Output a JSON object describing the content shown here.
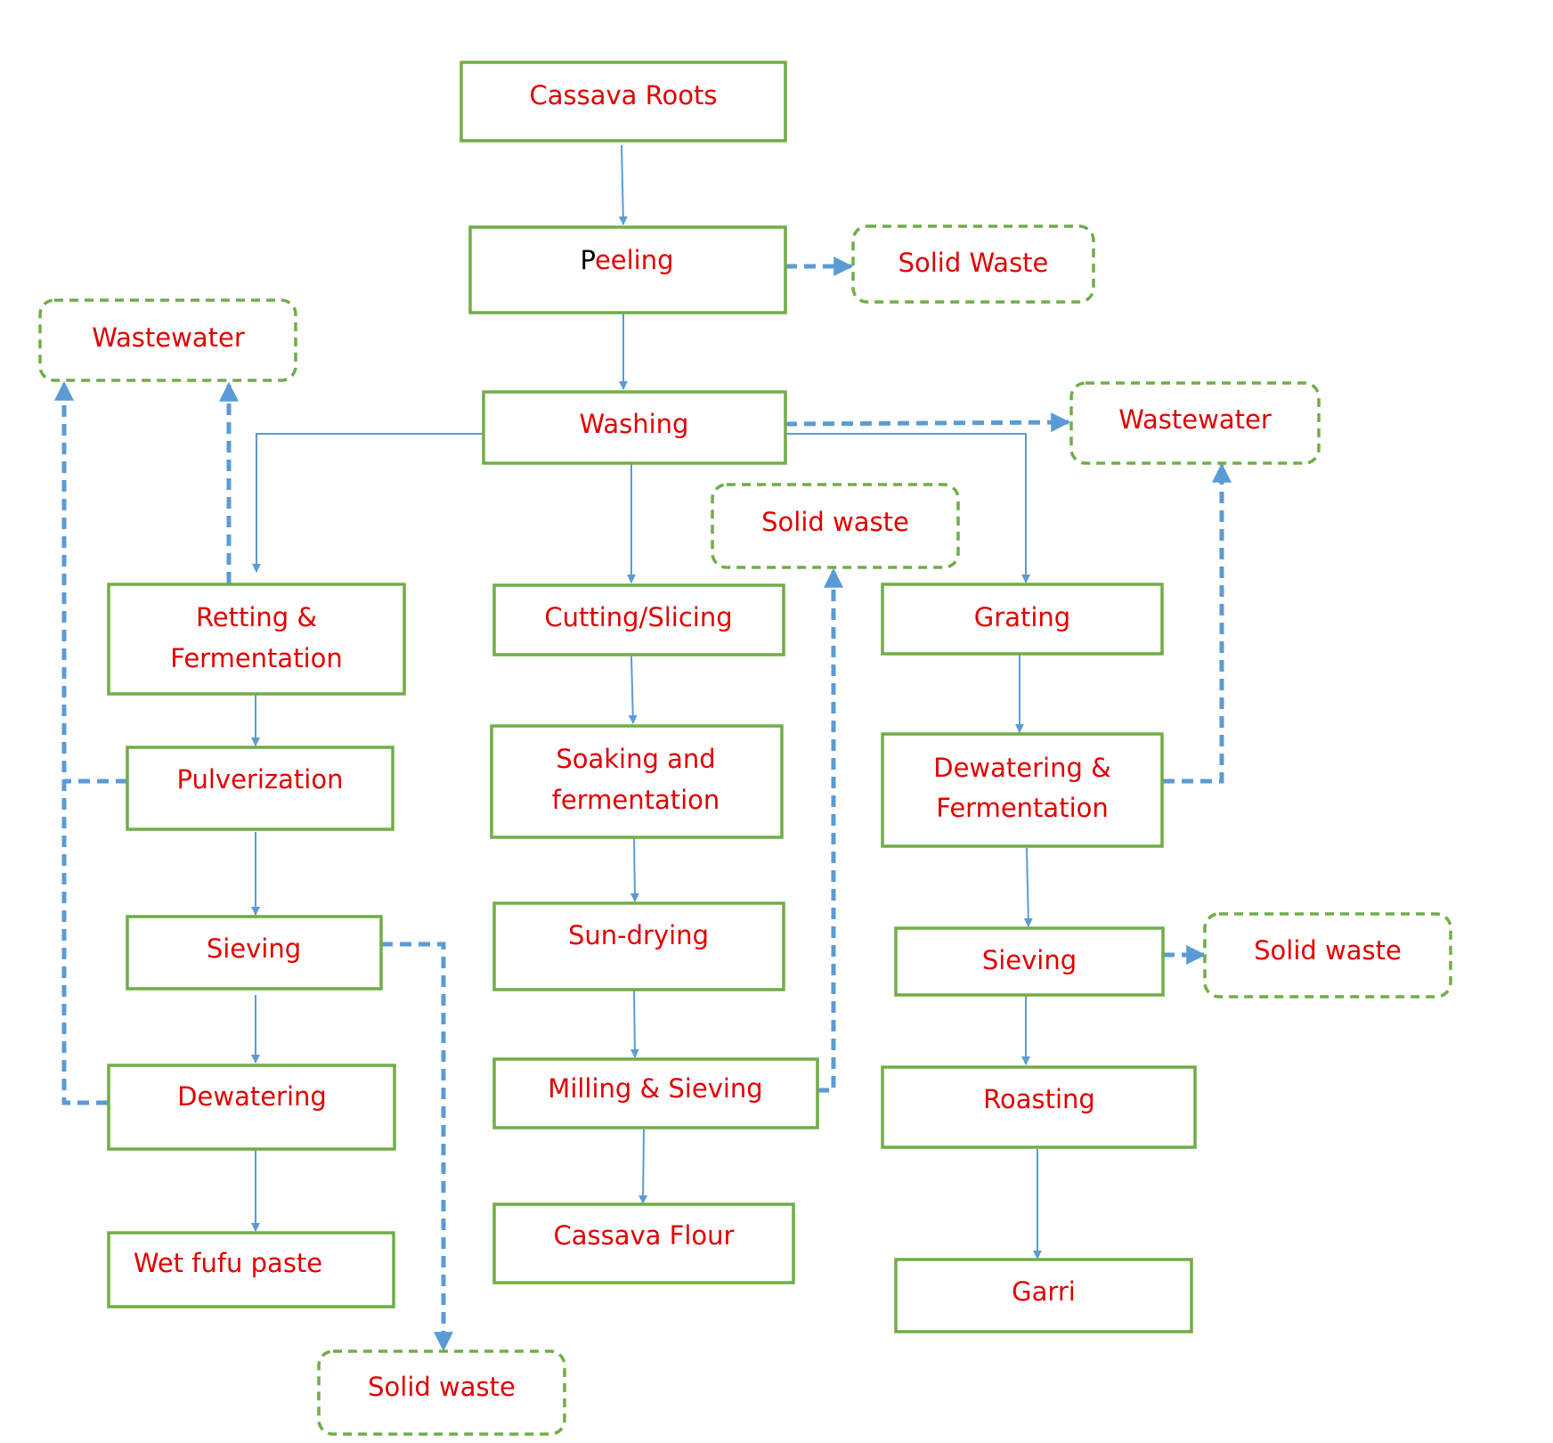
{
  "colors": {
    "box_border": "#70ad47",
    "arrow": "#5b9bd5",
    "text": "#e00000"
  },
  "nodes": {
    "cassava_roots": "Cassava Roots",
    "peeling_first": "P",
    "peeling_rest": "eeling",
    "solid_waste_peel": "Solid Waste",
    "washing": "Washing",
    "wastewater_left": "Wastewater",
    "wastewater_right": "Wastewater",
    "retting_l1": "Retting &",
    "retting_l2": "Fermentation",
    "pulverization": "Pulverization",
    "sieving_left": "Sieving",
    "dewatering": "Dewatering",
    "wet_fufu": "Wet fufu paste",
    "solid_waste_bottom": "Solid waste",
    "cutting": "Cutting/Slicing",
    "soaking_l1": "Soaking and",
    "soaking_l2": "fermentation",
    "sun_drying": "Sun-drying",
    "milling": "Milling & Sieving",
    "cassava_flour": "Cassava Flour",
    "solid_waste_mid": "Solid waste",
    "grating": "Grating",
    "dewatering_ferm_l1": "Dewatering &",
    "dewatering_ferm_l2": "Fermentation",
    "sieving_right": "Sieving",
    "solid_waste_right": "Solid waste",
    "roasting": "Roasting",
    "garri": "Garri"
  }
}
